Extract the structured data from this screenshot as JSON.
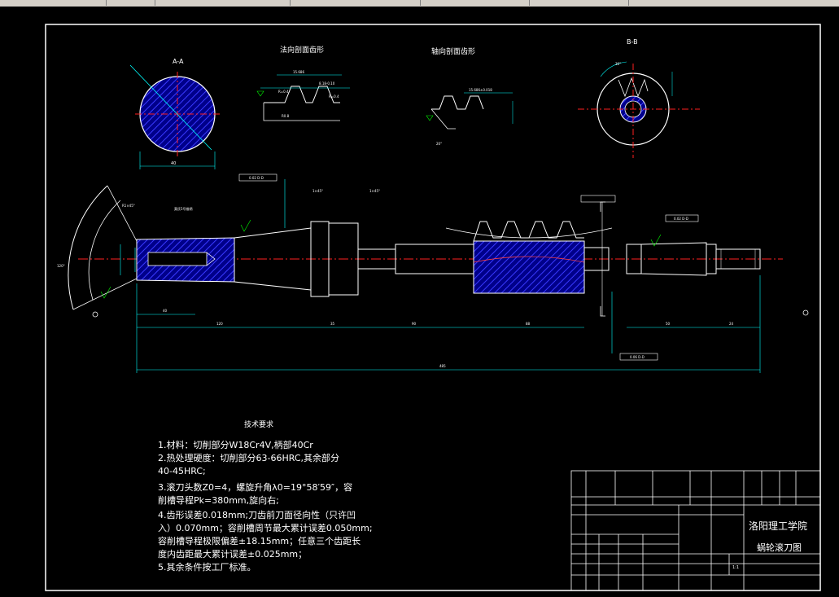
{
  "colors": {
    "background": "#000000",
    "outline": "#ffffff",
    "centerline": "#ff2020",
    "dimension": "#00ffff",
    "hatch": "#0000cc",
    "annotation": "#00ff00",
    "text": "#ffffff"
  },
  "views": {
    "section_a_label": "A-A",
    "section_b_label": "B-B",
    "normal_profile_title": "法向剖面齿形",
    "axial_profile_title": "轴向剖面齿形"
  },
  "tech": {
    "title": "技术要求",
    "lines": [
      "1.材料：切削部分W18Cr4V,柄部40Cr",
      "2.热处理硬度：切削部分63-66HRC,其余部分",
      "40-45HRC;",
      "3.滚刀头数Z0=4，螺旋升角λ0=19°58′59″，容",
      "削槽导程Pk=380mm,旋向右;",
      "4.齿形误差0.018mm;刀齿前刀面径向性（只许凹",
      "入）0.070mm；容削槽周节最大累计误差0.050mm;",
      "容削槽导程极限偏差±18.15mm；任意三个齿距长",
      "度内齿距最大累计误差±0.025mm；",
      "5.其余条件按工厂标准。"
    ]
  },
  "title_block": {
    "school": "洛阳理工学院",
    "drawing_name": "蜗轮滚刀图",
    "scale": "1:1"
  }
}
